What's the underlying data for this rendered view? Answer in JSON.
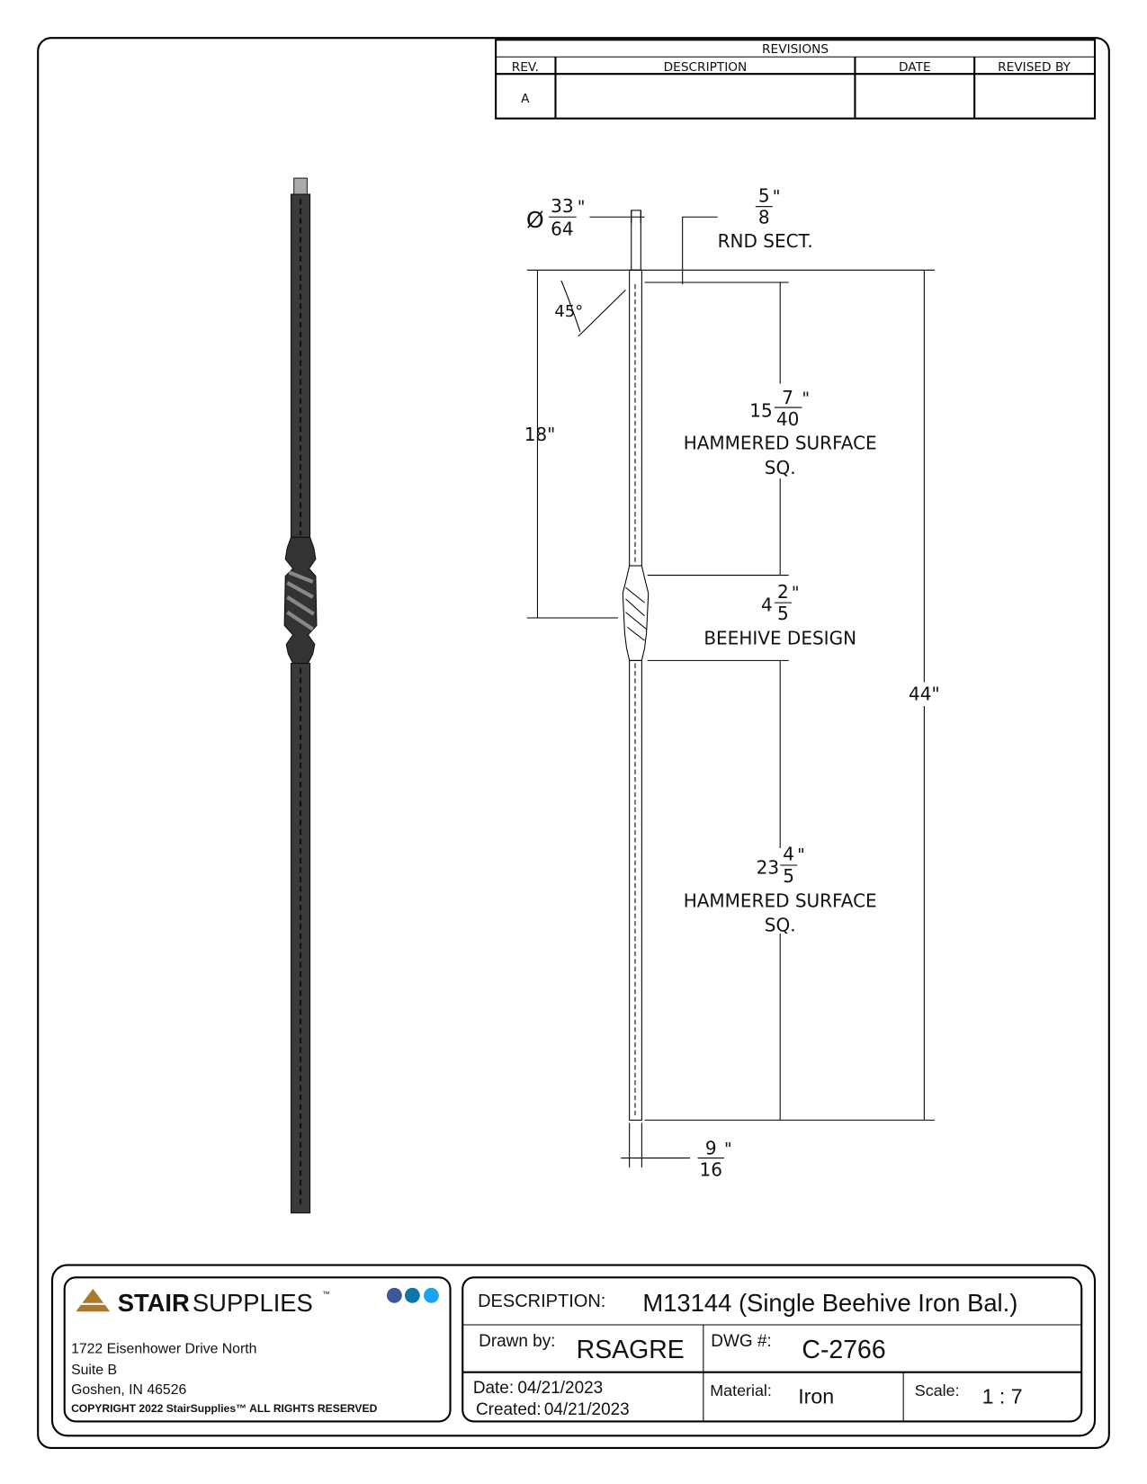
{
  "revisions": {
    "title": "REVISIONS",
    "headers": [
      "REV.",
      "DESCRIPTION",
      "DATE",
      "REVISED BY"
    ],
    "rows": [
      {
        "rev": "A",
        "description": "",
        "date": "",
        "revised_by": ""
      }
    ]
  },
  "dimensions": {
    "diameter": {
      "symbol": "Ø",
      "num": "33",
      "den": "64",
      "unit": "\""
    },
    "round_section": {
      "num": "5",
      "den": "8",
      "unit": "\"",
      "label": "RND SECT."
    },
    "angle": "45°",
    "collar_height": "18\"",
    "upper_length": {
      "whole": "15",
      "num": "7",
      "den": "40",
      "unit": "\"",
      "label1": "HAMMERED SURFACE",
      "label2": "SQ."
    },
    "beehive": {
      "whole": "4",
      "num": "2",
      "den": "5",
      "unit": "\"",
      "label": "BEEHIVE DESIGN"
    },
    "lower_length": {
      "whole": "23",
      "num": "4",
      "den": "5",
      "unit": "\"",
      "label1": "HAMMERED SURFACE",
      "label2": "SQ."
    },
    "overall": "44\"",
    "square": {
      "num": "9",
      "den": "16",
      "unit": "\""
    }
  },
  "company": {
    "brand_bold": "STAIR",
    "brand_light": "SUPPLIES",
    "tm": "™",
    "social_icons": [
      "facebook-icon",
      "linkedin-icon",
      "twitter-icon"
    ],
    "address1": "1722 Eisenhower Drive North",
    "address2": "Suite B",
    "address3": "Goshen, IN 46526",
    "copyright": "COPYRIGHT 2022 StairSupplies™ ALL RIGHTS RESERVED",
    "brand_color": "#a8792a"
  },
  "title_block": {
    "description_label": "DESCRIPTION:",
    "description": "M13144 (Single Beehive Iron Bal.)",
    "drawn_by_label": "Drawn by:",
    "drawn_by": "RSAGRE",
    "dwg_label": "DWG #:",
    "dwg": "C-2766",
    "date_label": "Date:",
    "date": "04/21/2023",
    "created_label": "Created:",
    "created": "04/21/2023",
    "material_label": "Material:",
    "material": "Iron",
    "scale_label": "Scale:",
    "scale": "1 : 7"
  }
}
